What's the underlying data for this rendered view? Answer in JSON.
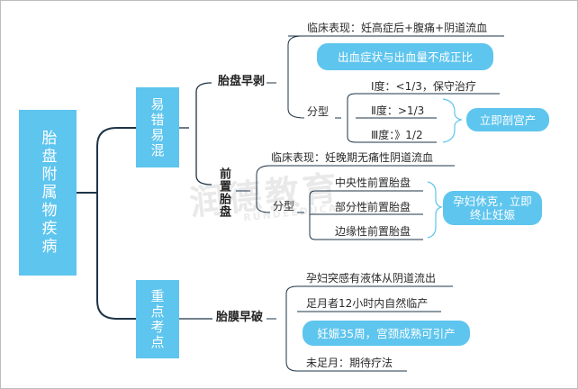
{
  "root": "胎盘附属物疾病",
  "group1": {
    "title": "易错易混",
    "abruption": {
      "title": "胎盘早剥",
      "clinical": "临床表现：妊高症后+腹痛+阴道流血",
      "note": "出血症状与出血量不成正比",
      "typing_label": "分型",
      "types": [
        "Ⅰ度：<1/3，保守治疗",
        "Ⅱ度：>1/3",
        "Ⅲ度：》1/2"
      ],
      "action": "立即剖宫产"
    },
    "previa": {
      "title": "前置胎盘",
      "clinical": "临床表现：妊晚期无痛性阴道流血",
      "typing_label": "分型",
      "types": [
        "中央性前置胎盘",
        "部分性前置胎盘",
        "边缘性前置胎盘"
      ],
      "action": "孕妇休克，立即终止妊娠"
    }
  },
  "group2": {
    "title": "重点考点",
    "prom": {
      "title": "胎膜早破",
      "items": [
        "孕妇突感有液体从阴道流出",
        "足月者12小时内自然临产",
        "未足月：期待疗法"
      ],
      "note": "妊娠35周，宫颈成熟可引产"
    }
  },
  "watermark": {
    "text": "润德教育",
    "sub": "RUNDEEDUCATION"
  },
  "colors": {
    "node_fill": "#5ec5ee",
    "line": "#1e3447"
  }
}
